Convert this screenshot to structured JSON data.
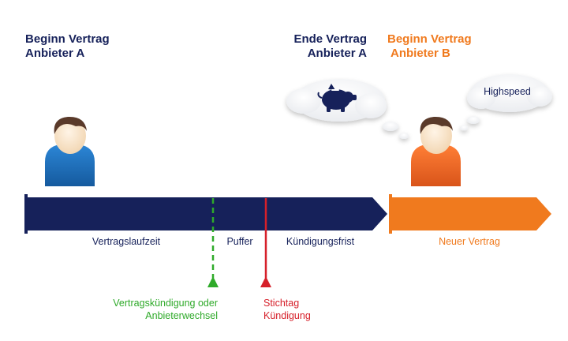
{
  "titles": {
    "start_a_line1": "Beginn Vertrag",
    "start_a_line2": "Anbieter A",
    "end_a_line1": "Ende Vertrag",
    "end_a_line2": "Anbieter A",
    "start_b_line1": "Beginn Vertrag",
    "start_b_line2": "Anbieter B"
  },
  "bar_labels": {
    "contract_term": "Vertragslaufzeit",
    "buffer": "Puffer",
    "notice_period": "Kündigungsfrist",
    "new_contract": "Neuer Vertrag"
  },
  "markers": {
    "cancellation_line1": "Vertragskündigung oder",
    "cancellation_line2": "Anbieterwechsel",
    "deadline_line1": "Stichtag",
    "deadline_line2": "Kündigung"
  },
  "thought_bubble_right": {
    "text": "Highspeed"
  },
  "icons": {
    "left_bubble": "piggy-bank-icon"
  },
  "colors": {
    "navy": "#16215a",
    "orange": "#f07a1e",
    "green": "#2faa2a",
    "red": "#d6202a",
    "person_a_shirt": "#1f6fc0",
    "person_b_shirt": "#f06a25"
  }
}
